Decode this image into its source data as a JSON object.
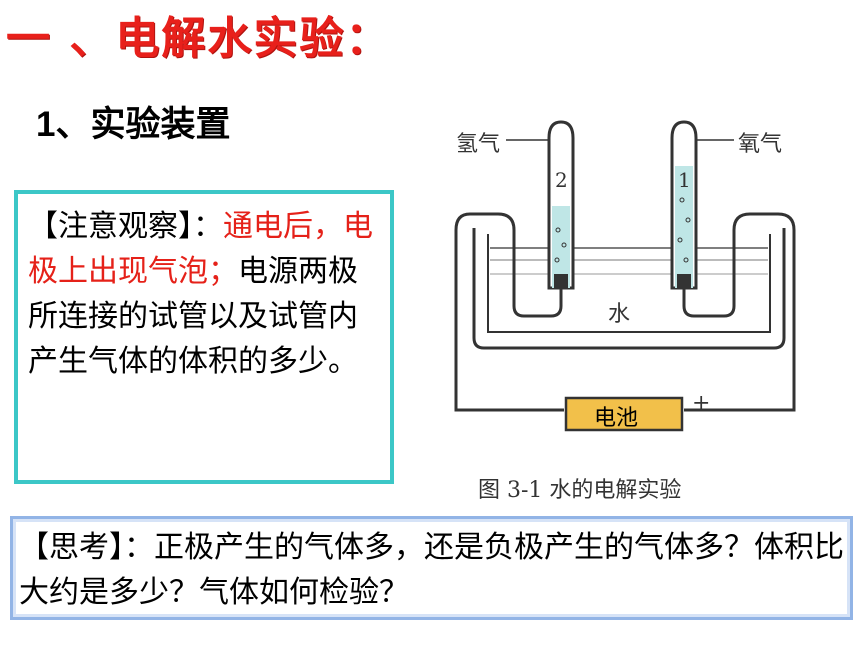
{
  "title": "一 、电解水实验：",
  "subtitle": {
    "number": "1",
    "text": "、实验装置"
  },
  "note": {
    "bracket": "【注意观察】：",
    "red": "通电后，电极上出现气泡；",
    "black": "电源两极所连接的试管以及试管内产生气体的体积的多少。"
  },
  "think": {
    "bracket": "【思考】：",
    "text": "正极产生的气体多，还是负极产生的气体多？体积比大约是多少？气体如何检验？"
  },
  "figure": {
    "left_gas": "氢气",
    "right_gas": "氧气",
    "tube_left_num": "2",
    "tube_right_num": "1",
    "water": "水",
    "battery": "电池",
    "minus": "－",
    "plus": "+",
    "caption": "图 3-1    水的电解实验",
    "colors": {
      "water": "#bfe6e6",
      "battery": "#f2c04a",
      "line": "#333333"
    }
  }
}
